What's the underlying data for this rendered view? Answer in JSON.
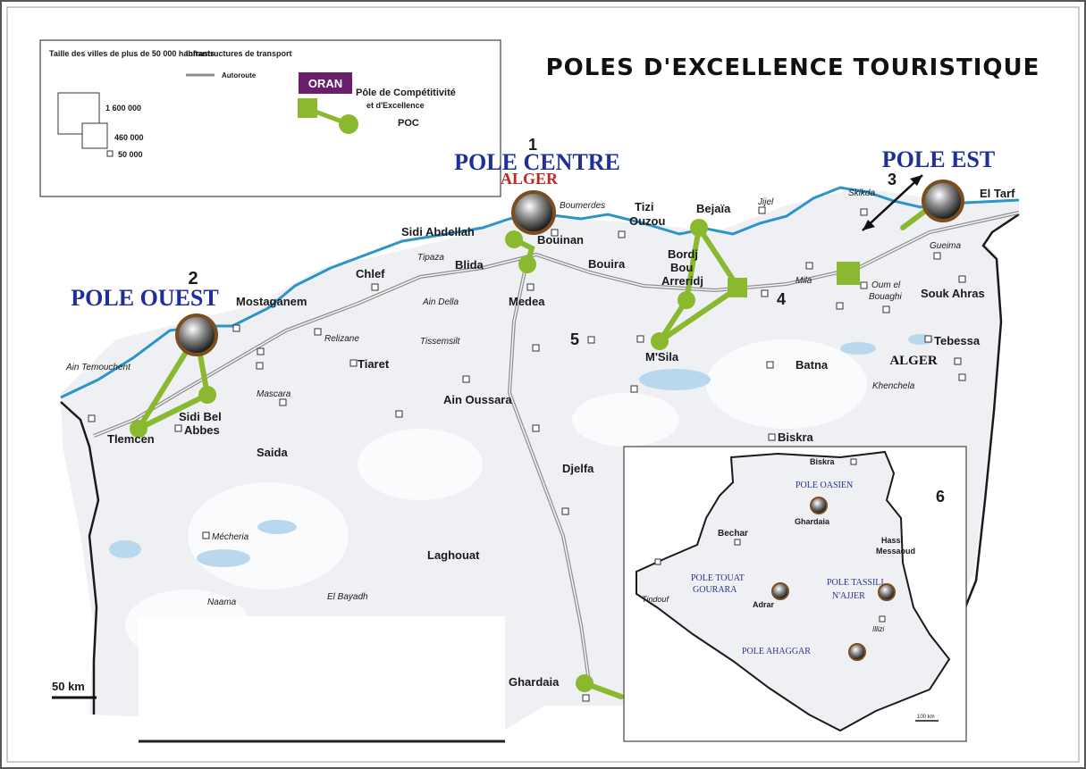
{
  "map": {
    "title": "POLES D'EXCELLENCE TOURISTIQUE",
    "scale_main": "50 km",
    "scale_inset": "100 km",
    "colors": {
      "coast": "#2b94c8",
      "poc_green": "#8ab82f",
      "pole_blue": "#1f2f9a",
      "alger_red": "#c0281e",
      "oran_purple": "#6a1f6a",
      "land": "#eef0f4",
      "water": "#b9d8ee"
    }
  },
  "legend": {
    "size_title": "Taille des villes de plus de 50 000 habitants",
    "size_1": "1 600 000",
    "size_2": "460 000",
    "size_3": "50 000",
    "transport_title": "Infrastructures de transport",
    "autoroute": "Autoroute",
    "oran_badge": "ORAN",
    "pole_label_1": "Pôle de Compétitivité",
    "pole_label_2": "et d'Excellence",
    "poc": "POC"
  },
  "poles": {
    "centre": "POLE CENTRE",
    "centre_num": "1",
    "centre_city": "ALGER",
    "ouest": "POLE OUEST",
    "ouest_num": "2",
    "est": "POLE EST",
    "est_num": "3",
    "num_4": "4",
    "num_5": "5",
    "num_6": "6"
  },
  "cities": {
    "boumerdes": "Boumerdes",
    "tizi": "Tizi",
    "ouzou": "Ouzou",
    "bejaia": "Bejaïa",
    "jijel": "Jijel",
    "skikda": "Skikda",
    "el_tarf": "El Tarf",
    "sidi_abdellah": "Sidi Abdellah",
    "bouinan": "Bouinan",
    "tipaza": "Tipaza",
    "blida": "Blida",
    "bouira": "Bouira",
    "bordj": "Bordj",
    "bou": "Bou",
    "arreridj": "Arreridj",
    "mila": "Mila",
    "oum": "Oum el",
    "bouaghi": "Bouaghi",
    "gueima": "Gueima",
    "souk_ahras": "Souk Ahras",
    "chlef": "Chlef",
    "mostaganem": "Mostaganem",
    "ain_della": "Ain Della",
    "medea": "Medea",
    "relizane": "Relizane",
    "tissemsilt": "Tissemsilt",
    "msila": "M'Sila",
    "tebessa": "Tebessa",
    "ain_temouchent": "Ain Temouchent",
    "tiaret": "Tiaret",
    "batna": "Batna",
    "alger_east": "ALGER",
    "mascara": "Mascara",
    "khenchela": "Khenchela",
    "ain_oussara": "Ain Oussara",
    "sidi_bel": "Sidi Bel",
    "abbes": "Abbes",
    "tlemcen": "Tlemcen",
    "saida": "Saida",
    "biskra": "Biskra",
    "djelfa": "Djelfa",
    "mecheria": "Mécheria",
    "laghouat": "Laghouat",
    "naama": "Naama",
    "el_bayadh": "El Bayadh",
    "ghardaia": "Ghardaia"
  },
  "inset": {
    "biskra": "Biskra",
    "pole_oasien": "POLE OASIEN",
    "ghardaia": "Ghardaia",
    "bechar": "Bechar",
    "hassi": "Hassi",
    "messaoud": "Messaoud",
    "pole_touat_1": "POLE TOUAT",
    "pole_touat_2": "GOURARA",
    "tindouf": "Tindouf",
    "adrar": "Adrar",
    "pole_tassili_1": "POLE TASSILI",
    "pole_tassili_2": "N'AJJER",
    "illizi": "Illizi",
    "pole_ahaggar": "POLE AHAGGAR"
  }
}
